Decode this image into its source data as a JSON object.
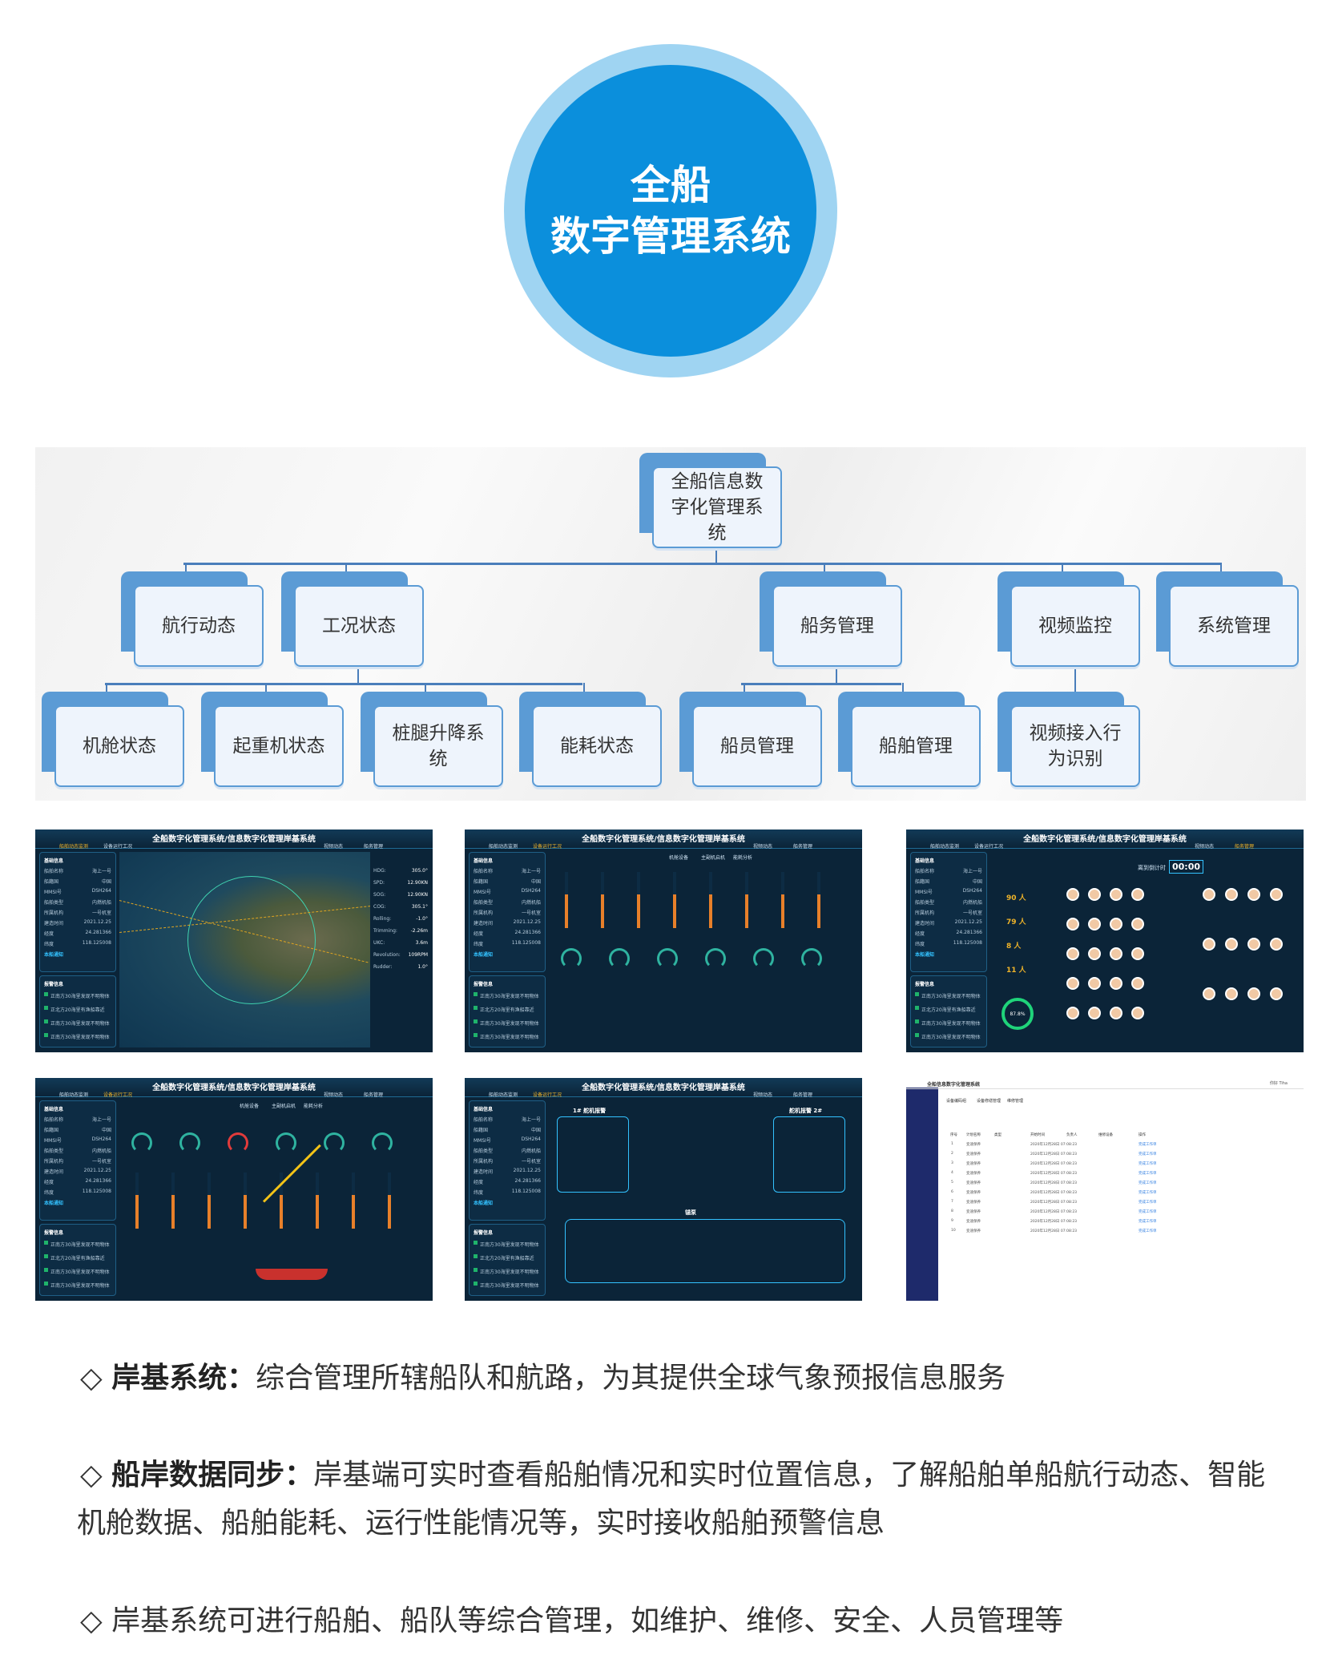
{
  "hero": {
    "line1": "全船",
    "line2": "数字管理系统"
  },
  "org": {
    "root": "全船信息数字化管理系统",
    "level2": [
      "航行动态",
      "工况状态",
      "船务管理",
      "视频监控",
      "系统管理"
    ],
    "level3": [
      "机舱状态",
      "起重机状态",
      "桩腿升降系统",
      "能耗状态",
      "船员管理",
      "船舶管理",
      "视频接入行为识别"
    ]
  },
  "thumbs_common": {
    "title": "全船数字化管理系统/信息数字化管理岸基系统",
    "tabs": [
      "船舶动态监测",
      "设备运行工况",
      "视频动态",
      "船务管理"
    ],
    "left_title": "基础信息",
    "left_rows": [
      [
        "船舶名称",
        "海上一号"
      ],
      [
        "船籍国",
        "中国"
      ],
      [
        "MMSI号",
        "DSH264"
      ],
      [
        "船舶类型",
        "内燃机船"
      ],
      [
        "所属机构",
        "一号机室"
      ],
      [
        "建造时间",
        "2021.12.25"
      ],
      [
        "经度",
        "24.281366"
      ],
      [
        "纬度",
        "118.125008"
      ]
    ],
    "notice_title": "本船通知",
    "alarm_title": "报警信息",
    "alarms": [
      "正南方30海里发现不明物体",
      "正北方20海里有渔船靠近",
      "正南方30海里发现不明物体",
      "正南方30海里发现不明物体"
    ]
  },
  "thumbs": [
    {
      "active": 0,
      "kind": "map",
      "right_rows": [
        [
          "HDG:",
          "305.0°"
        ],
        [
          "SPD:",
          "12.90KN"
        ],
        [
          "SOG:",
          "12.90KN"
        ],
        [
          "COG:",
          "305.1°"
        ],
        [
          "Rolling:",
          "-1.0°"
        ],
        [
          "Trimming:",
          "-2.26m"
        ],
        [
          "UKC:",
          "3.6m"
        ],
        [
          "Revolution:",
          "109RPM"
        ],
        [
          "Rudder:",
          "1.0°"
        ]
      ]
    },
    {
      "active": 1,
      "kind": "gauges",
      "subtabs": [
        "机舱设备",
        "主副机启机",
        "能耗分析"
      ]
    },
    {
      "active": 3,
      "kind": "crew",
      "timer_label": "离到倒计时",
      "timer": "00:00",
      "stats": [
        "90 人",
        "79 人",
        "8 人",
        "11 人"
      ],
      "rate": "87.8%"
    },
    {
      "active": 1,
      "kind": "crane",
      "subtabs": [
        "机舱设备",
        "主副机启机",
        "能耗分析"
      ]
    },
    {
      "active": 1,
      "kind": "engine",
      "labels": [
        "1# 舵机报警",
        "舵机报警 2#",
        "锚泵"
      ]
    },
    {
      "active": 0,
      "kind": "admin",
      "app_title": "全船信息数字化管理系统",
      "user": "你好 Tiha",
      "tabs": [
        "设备编码组",
        "设备修缮管理",
        "维修管理"
      ],
      "columns": [
        "序号",
        "计划名称",
        "类型",
        "开始时间",
        "负责人",
        "维修设备",
        "操作"
      ],
      "row_name": "变速保养",
      "row_time": "2020年12月28日 07:08:23",
      "row_op": "完成工作单"
    }
  ],
  "bullets": [
    {
      "head": "岸基系统：",
      "text": "综合管理所辖船队和航路，为其提供全球气象预报信息服务"
    },
    {
      "head": "船岸数据同步：",
      "text": "岸基端可实时查看船舶情况和实时位置信息，了解船舶单船航行动态、智能",
      "text2": "机舱数据、船舶能耗、运行性能情况等，实时接收船舶预警信息"
    },
    {
      "head": "",
      "text": "岸基系统可进行船舶、船队等综合管理，如维护、维修、安全、人员管理等"
    }
  ],
  "bullet_mark": "◇",
  "colors": {
    "hero_ring": "#9fd4f2",
    "hero_core": "#0b8fdc",
    "org_blue": "#5b9bd5",
    "dash_bg": "#0b2438",
    "accent": "#f0b429"
  }
}
